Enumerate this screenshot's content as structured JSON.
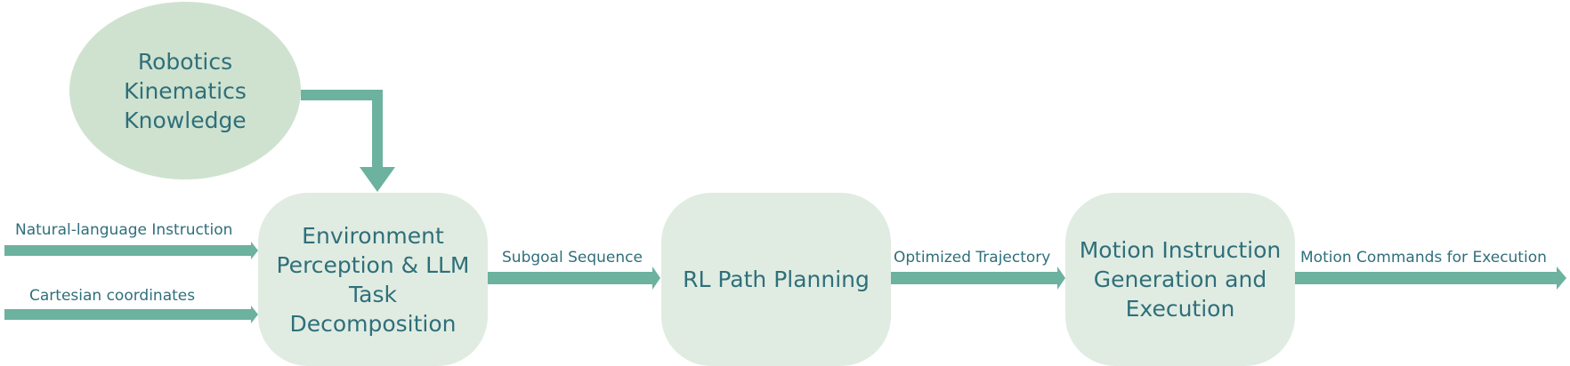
{
  "colors": {
    "arrow": "#6cb29e",
    "box_fill": "#e0ece2",
    "ellipse_fill": "#cfe2cf",
    "text": "#2f6f7a"
  },
  "nodes": {
    "knowledge": {
      "text": "Robotics\nKinematics\nKnowledge"
    },
    "perception": {
      "text": "Environment\nPerception & LLM\nTask\nDecomposition"
    },
    "planning": {
      "text": "RL Path Planning"
    },
    "motion": {
      "text": "Motion Instruction\nGeneration and\nExecution"
    }
  },
  "edges": {
    "instruction_input": {
      "label": "Natural-language Instruction"
    },
    "coordinates_input": {
      "label": "Cartesian coordinates"
    },
    "subgoal": {
      "label": "Subgoal Sequence"
    },
    "trajectory": {
      "label": "Optimized Trajectory"
    },
    "commands": {
      "label": "Motion Commands for Execution"
    }
  }
}
